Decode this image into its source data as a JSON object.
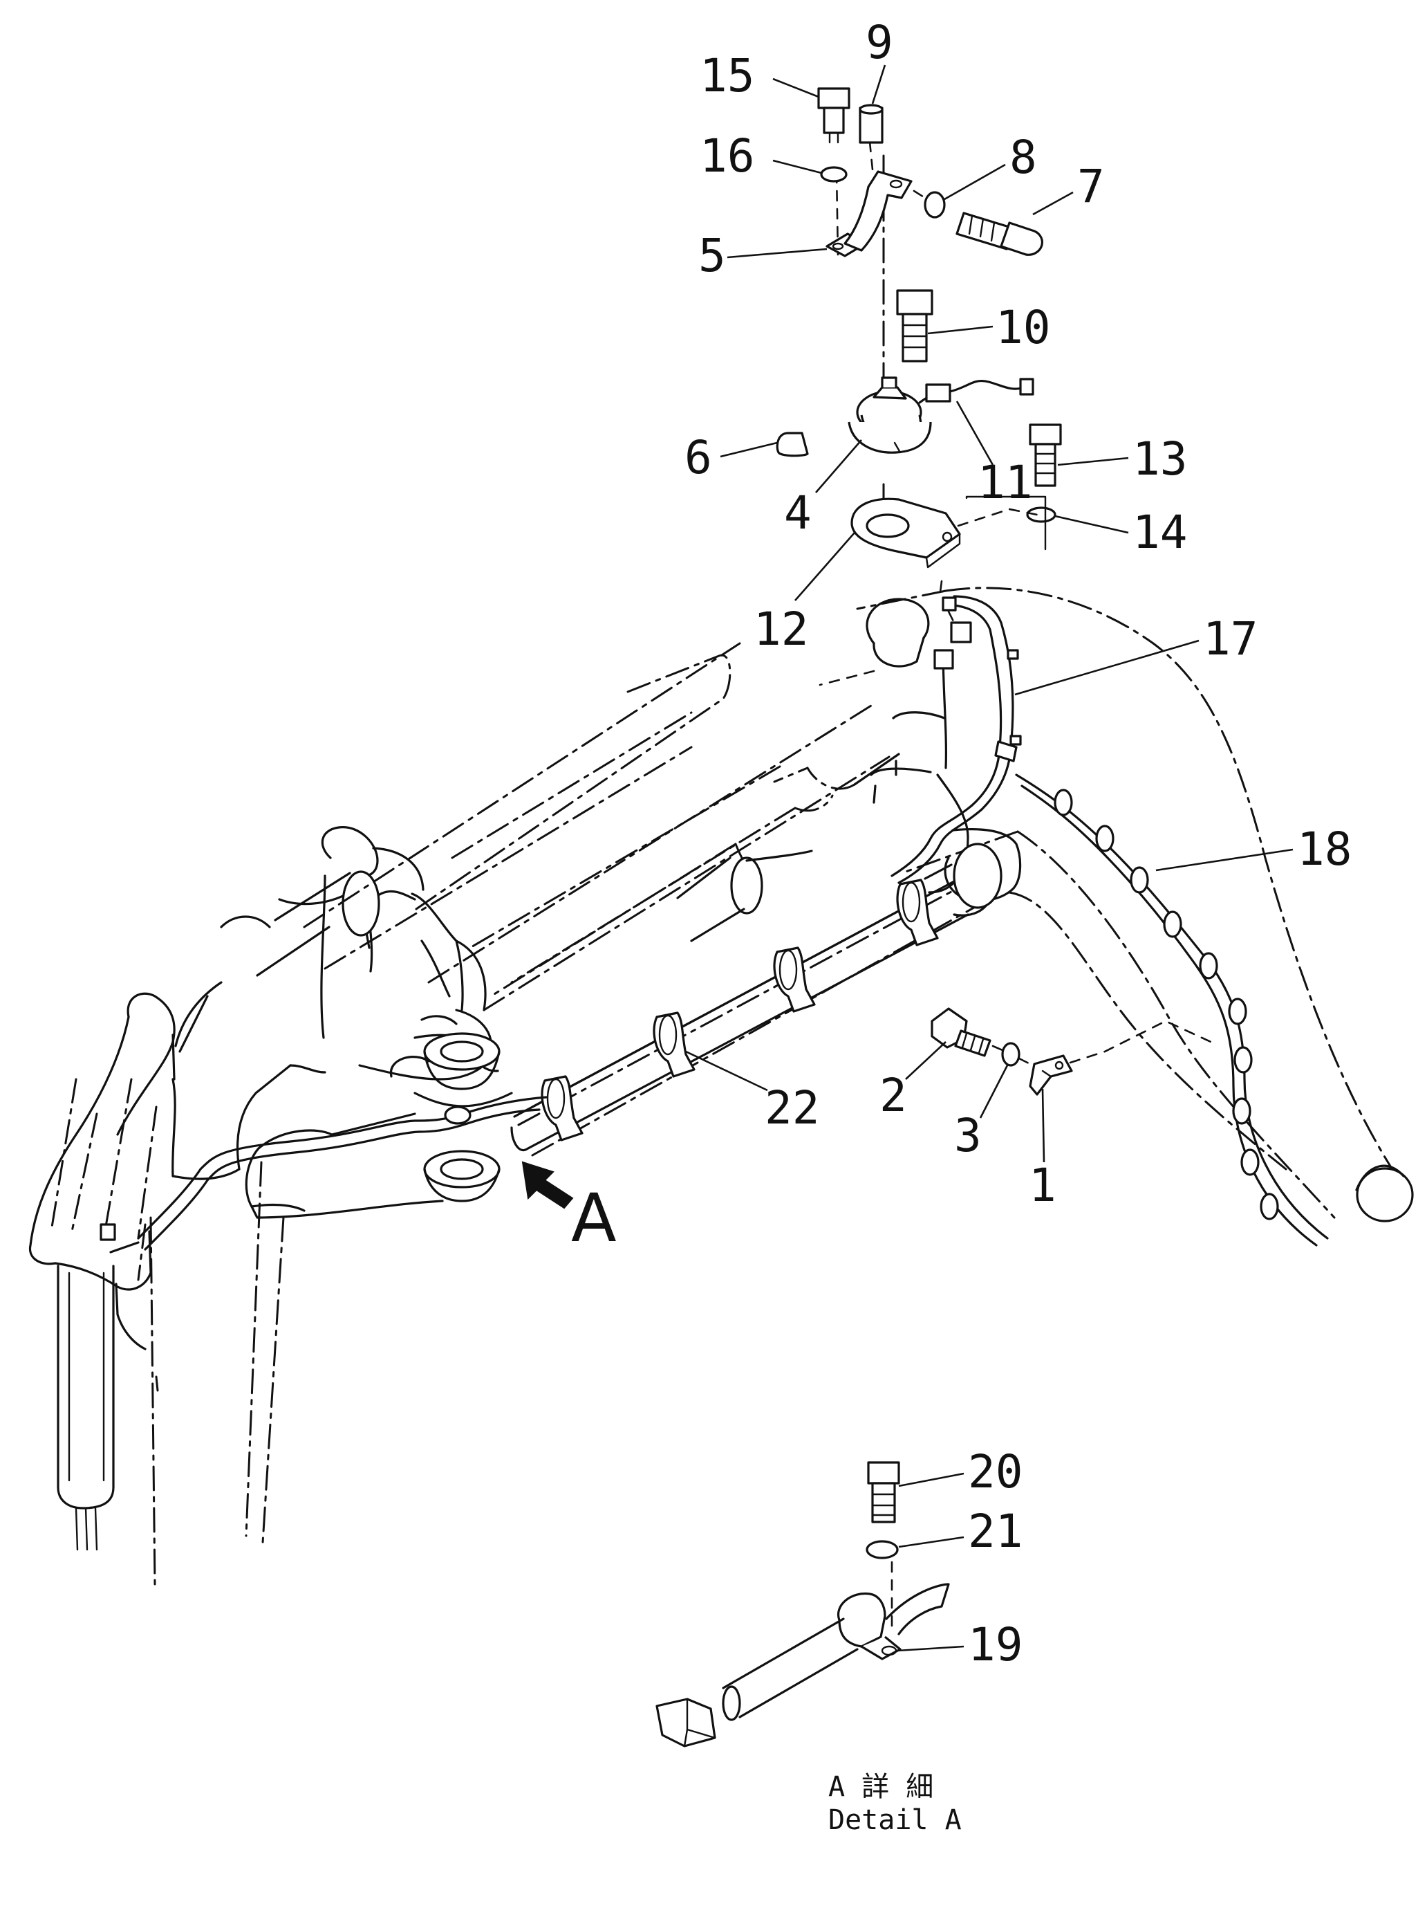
{
  "callouts": {
    "c1": "1",
    "c2": "2",
    "c3": "3",
    "c4": "4",
    "c5": "5",
    "c6": "6",
    "c7": "7",
    "c8": "8",
    "c9": "9",
    "c10": "10",
    "c11": "11",
    "c12": "12",
    "c13": "13",
    "c14": "14",
    "c15": "15",
    "c16": "16",
    "c17": "17",
    "c18": "18",
    "c19": "19",
    "c20": "20",
    "c21": "21",
    "c22": "22"
  },
  "view_arrow_label": "A",
  "detail_caption": {
    "line1": "A 詳 細",
    "line2": "Detail A"
  }
}
